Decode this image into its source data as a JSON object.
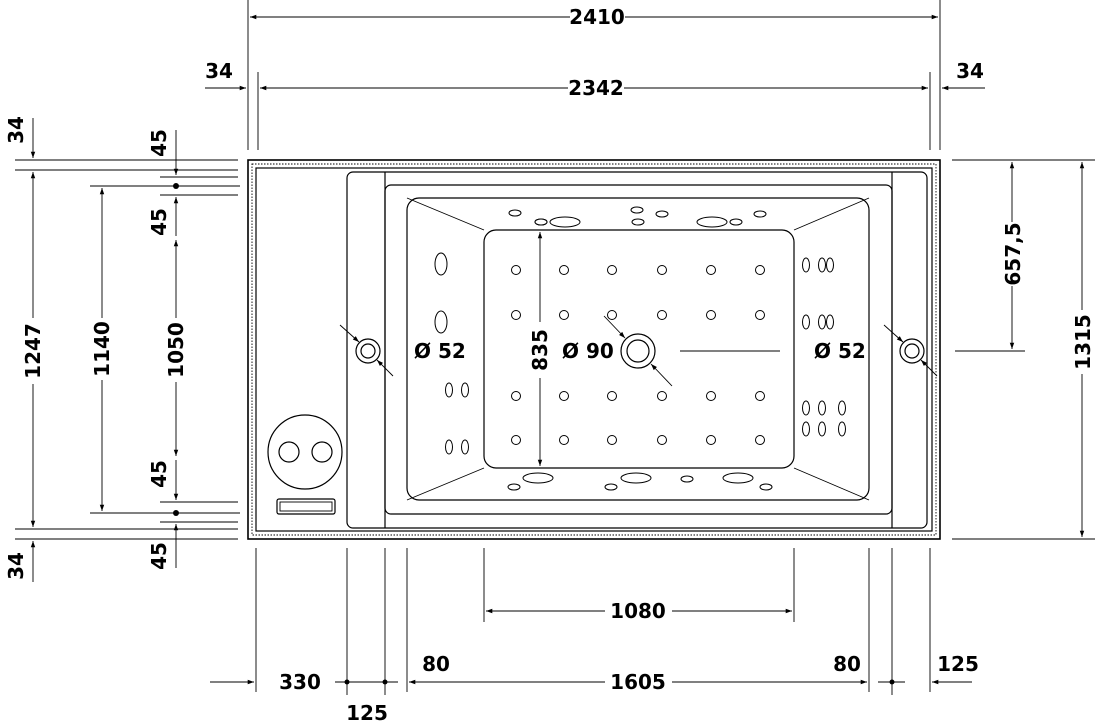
{
  "dimensions": {
    "overall_length": "2410",
    "inner_length": "2342",
    "rim_left": "34",
    "rim_right": "34",
    "left_outer_top": "34",
    "left_outer_bottom": "34",
    "left_step_top_upper": "45",
    "left_step_top_lower": "45",
    "left_step_bottom_upper": "45",
    "left_step_bottom_lower": "45",
    "left_inner_height": "1247",
    "left_basin_height": "1140",
    "left_panel_height": "1050",
    "right_half_height": "657,5",
    "right_overall_height": "1315",
    "basin_floor_height": "835",
    "bottom_floor_width": "1080",
    "bottom_panel_330": "330",
    "bottom_125_left": "125",
    "bottom_80_left": "80",
    "bottom_basin_width": "1605",
    "bottom_80_right": "80",
    "bottom_125_right": "125"
  },
  "callouts": {
    "overflow_left": "Ø 52",
    "drain_center": "Ø 90",
    "overflow_right": "Ø 52"
  },
  "icons": {
    "overflow_left": "overflow-icon",
    "drain": "drain-icon",
    "overflow_right": "overflow-icon",
    "control_panel": "control-knobs-icon"
  }
}
